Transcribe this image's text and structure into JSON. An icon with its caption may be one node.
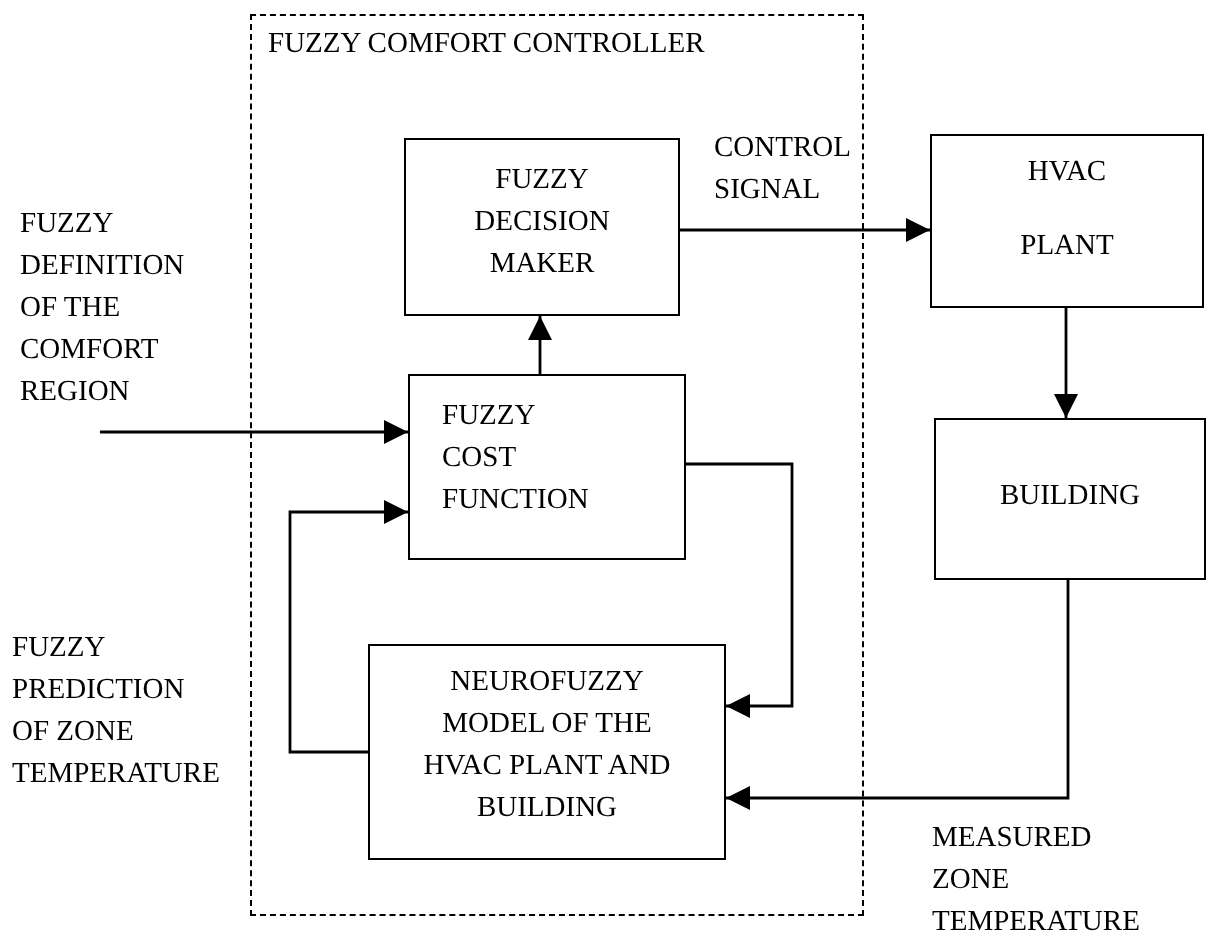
{
  "diagram": {
    "nodes": [
      {
        "text": [
          "FUZZY COMFORT CONTROLLER"
        ]
      },
      {
        "text": [
          "FUZZY DECISION MAKER"
        ],
        "in": 0
      },
      {
        "text": [
          "FUZZY COST FUNCTION"
        ],
        "in": 0
      },
      {
        "text": [
          "NEUROFUZZY MODEL OF THE HVAC PLANT AND BUILDING"
        ],
        "in": 0
      },
      {
        "text": [
          "HVAC",
          "PLANT"
        ]
      },
      {
        "text": [
          "BUILDING"
        ]
      },
      {
        "text": [
          "FUZZY DEFINITION OF THE COMFORT REGION"
        ]
      }
    ],
    "edges": [
      {
        "from": 6,
        "to": 2,
        "arrow": "to"
      },
      {
        "from": 2,
        "to": 1,
        "arrow": "to"
      },
      {
        "from": 1,
        "to": 4,
        "arrow": "to",
        "label": "CONTROL SIGNAL"
      },
      {
        "from": 4,
        "to": 5,
        "arrow": "to"
      },
      {
        "from": 2,
        "to": 3,
        "arrow": "to"
      },
      {
        "from": 3,
        "to": 2,
        "arrow": "to",
        "label": "FUZZY PREDICTION OF ZONE TEMPERATURE"
      },
      {
        "from": 5,
        "to": 3,
        "arrow": "to",
        "label": "MEASURED ZONE TEMPERATURE"
      }
    ]
  }
}
